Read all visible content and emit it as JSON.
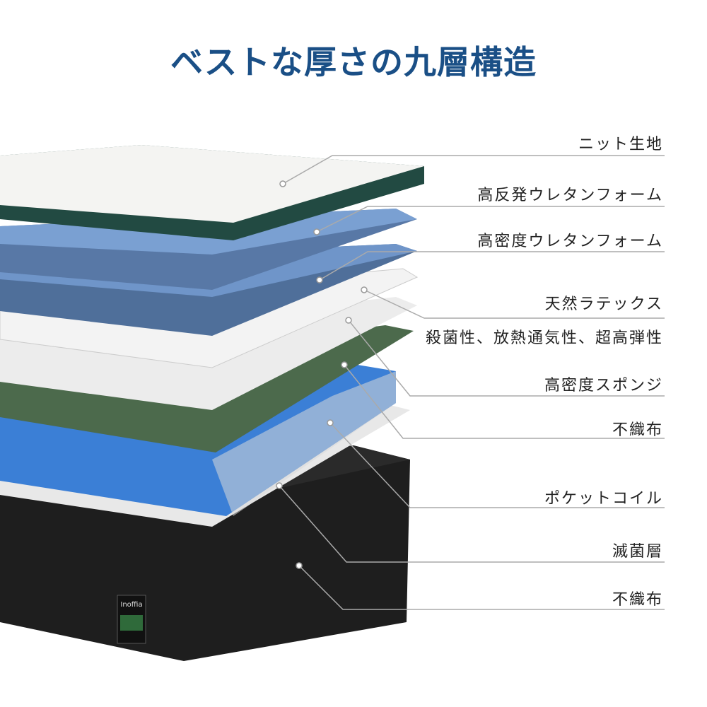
{
  "title": "ベストな厚さの九層構造",
  "layers": [
    {
      "label": "ニット生地"
    },
    {
      "label": "高反発ウレタンフォーム"
    },
    {
      "label": "高密度ウレタンフォーム"
    },
    {
      "label": "天然ラテックス",
      "sub": "殺菌性、放熱通気性、超高弾性"
    },
    {
      "label": "高密度スポンジ"
    },
    {
      "label": "不織布"
    },
    {
      "label": "ポケットコイル"
    },
    {
      "label": "滅菌層"
    },
    {
      "label": "不織布"
    }
  ],
  "brand_tag": "Inoffia",
  "colors": {
    "title": "#1a4f86",
    "foam": "#6f95c9",
    "green": "#4c6a4c",
    "coil": "#3b7fd6",
    "base": "#1c1c1c"
  }
}
